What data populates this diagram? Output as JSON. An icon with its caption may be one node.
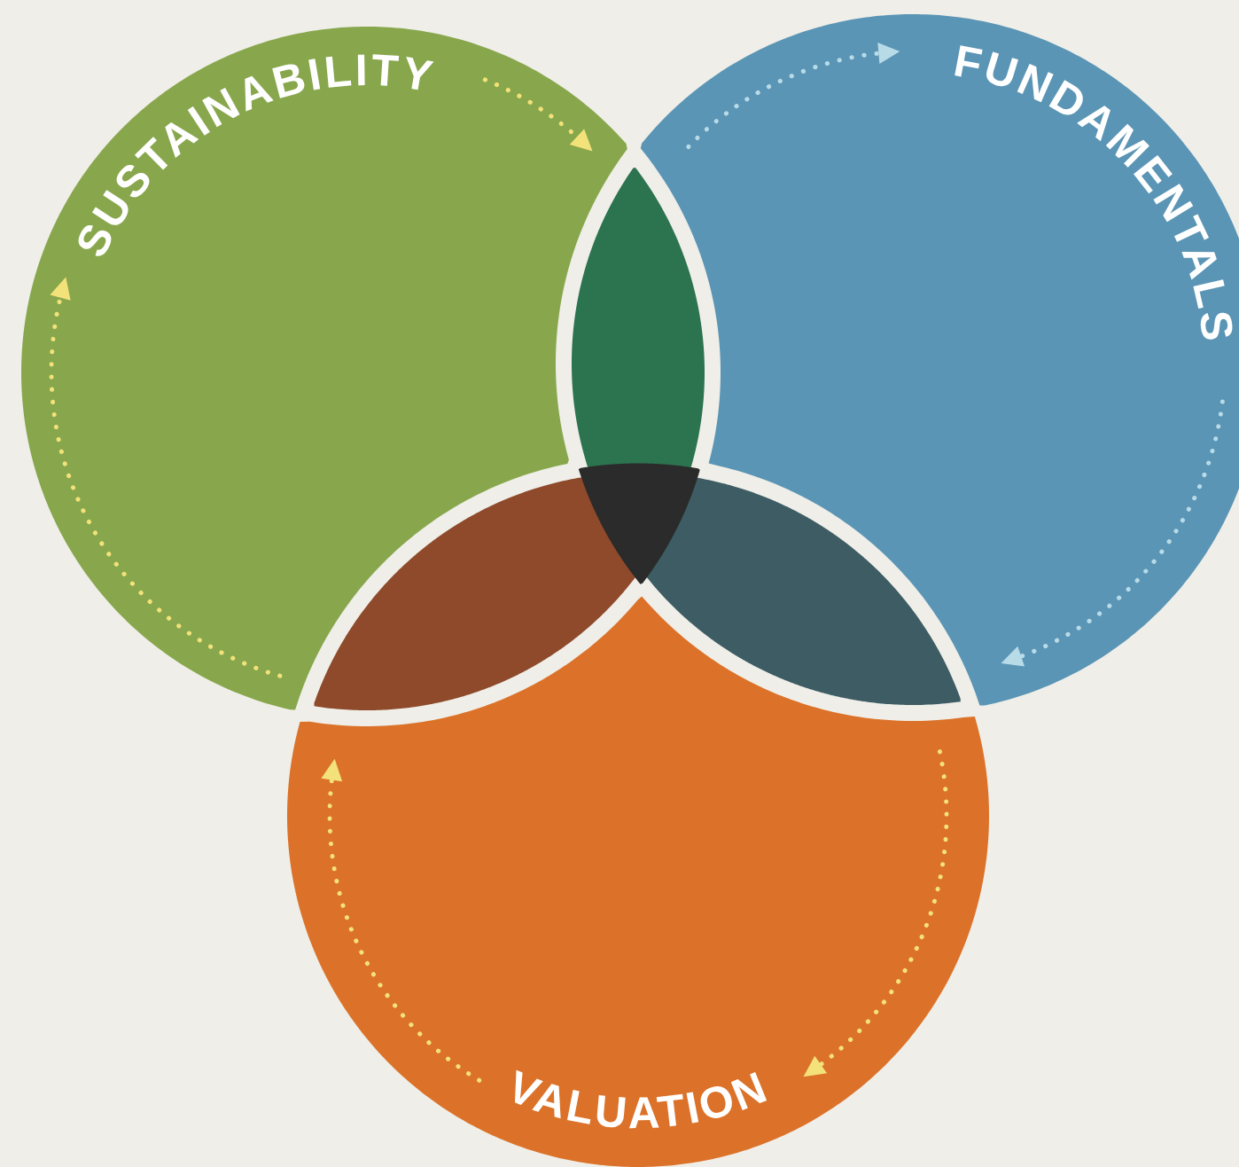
{
  "diagram": {
    "nodes": [
      {
        "text": [
          "SUSTAINABILITY"
        ]
      },
      {
        "text": [
          "FUNDAMENTALS"
        ]
      },
      {
        "text": [
          "VALUATION"
        ]
      },
      {
        "text": [],
        "shape": "lens"
      },
      {
        "text": [],
        "shape": "lens"
      },
      {
        "text": [],
        "shape": "lens"
      },
      {
        "text": [],
        "shape": "triangle"
      }
    ]
  }
}
